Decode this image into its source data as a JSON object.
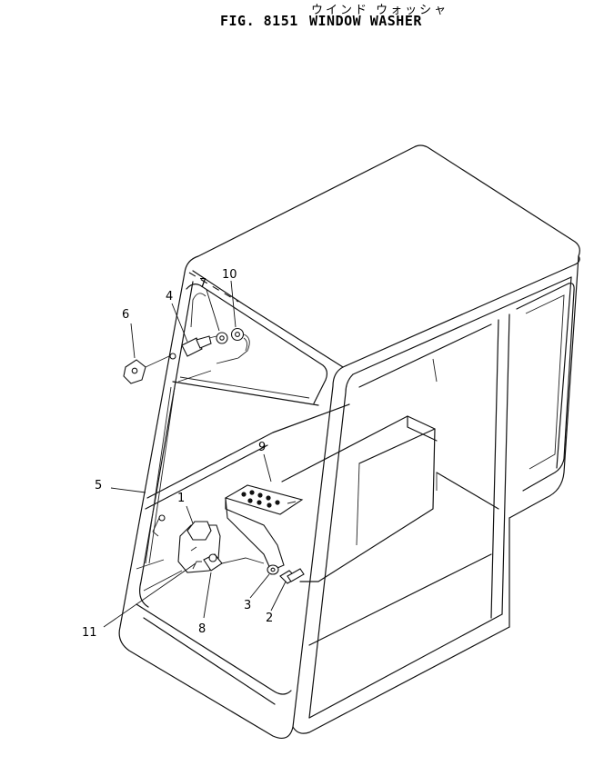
{
  "header": {
    "title_japanese": "ウインド ウォッシャ",
    "figure_number": "FIG. 8151",
    "figure_title": "WINDOW WASHER"
  },
  "callouts": [
    "1",
    "2",
    "3",
    "4",
    "5",
    "6",
    "7",
    "8",
    "9",
    "10",
    "11"
  ]
}
